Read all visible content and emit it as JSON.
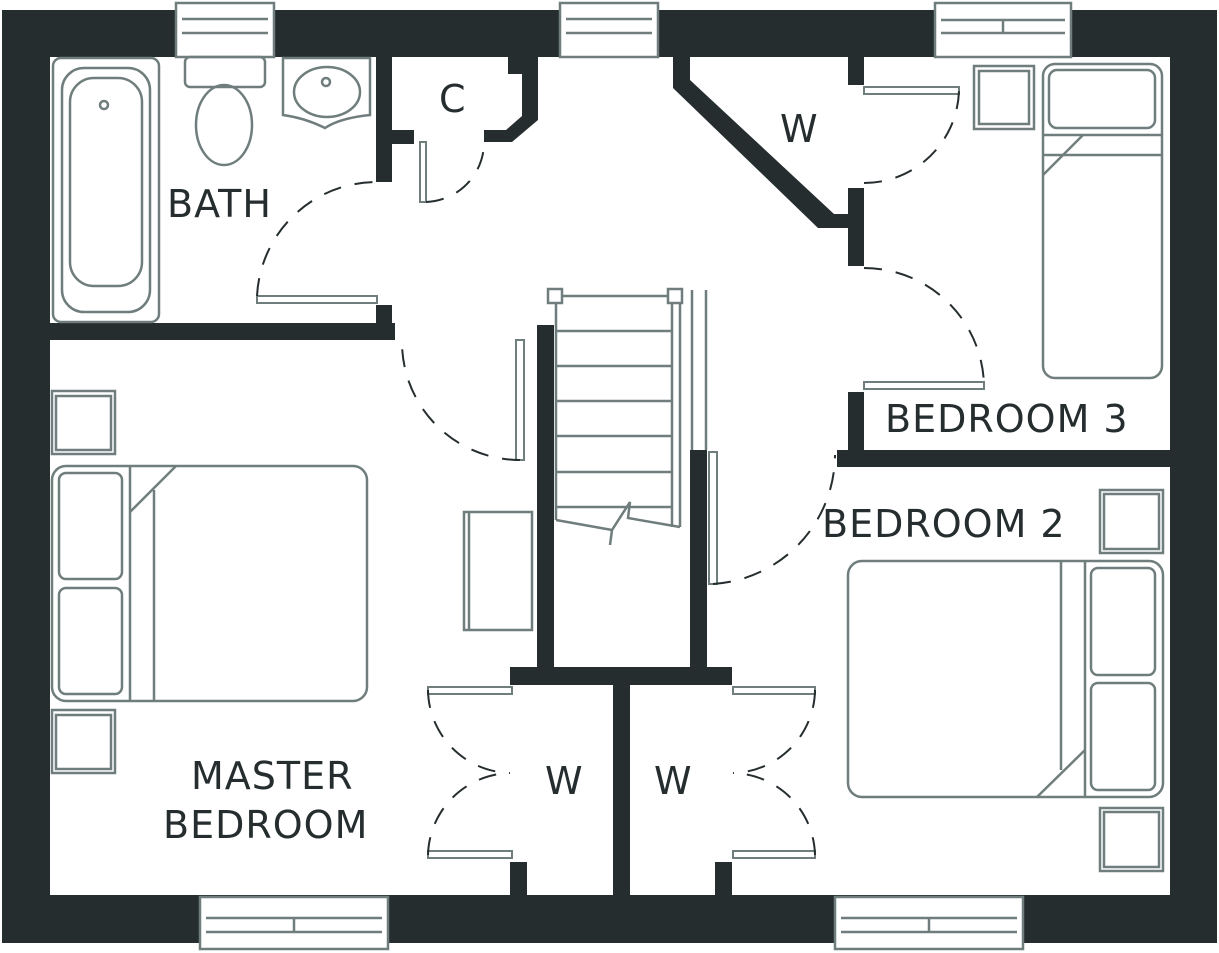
{
  "plan": {
    "colors": {
      "wall": "#252d2e",
      "fixture": "#6f7d7c",
      "door_swing": "#252d2e",
      "background": "#ffffff"
    },
    "rooms": [
      {
        "id": "bath",
        "label": "BATH"
      },
      {
        "id": "cupboard",
        "label": "C"
      },
      {
        "id": "wardrobe_bed3",
        "label": "W"
      },
      {
        "id": "bedroom3",
        "label": "BEDROOM 3"
      },
      {
        "id": "bedroom2",
        "label": "BEDROOM 2"
      },
      {
        "id": "master",
        "label_line1": "MASTER",
        "label_line2": "BEDROOM"
      },
      {
        "id": "wardrobe_master",
        "label": "W"
      },
      {
        "id": "wardrobe_bed2",
        "label": "W"
      }
    ]
  }
}
